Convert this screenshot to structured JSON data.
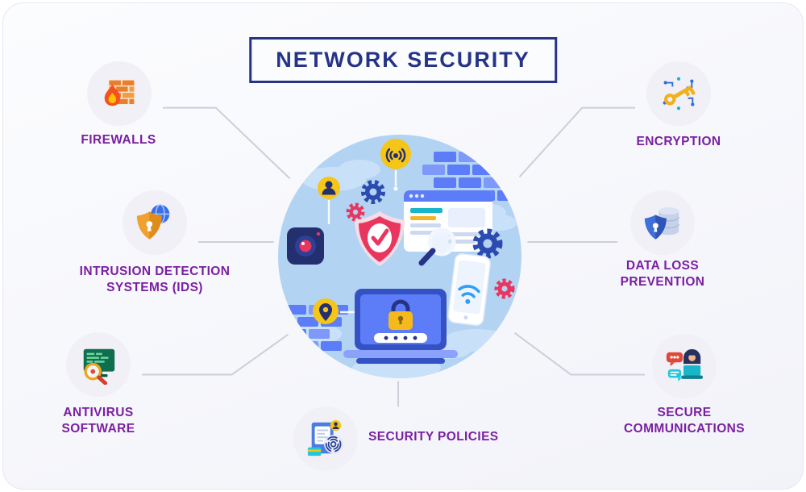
{
  "title": "NETWORK SECURITY",
  "colors": {
    "label_purple": "#7a1fa2",
    "title_navy": "#263387",
    "connector_gray": "#cdced9",
    "center_circle_blue": "#b3d3f3",
    "brick_blue": "#5d7df8",
    "shield_red": "#e8365f",
    "badge_yellow": "#f5c518",
    "icon_circle_bg": "#f1f0f6"
  },
  "center": {
    "illustration": "network-security-illustration",
    "elements": [
      "shield-check",
      "brick-walls",
      "browser-window",
      "magnifier",
      "laptop-padlock",
      "smartphone-wifi",
      "gears",
      "broadcast-badge",
      "user-badge",
      "location-badge",
      "security-camera",
      "clouds"
    ]
  },
  "nodes": {
    "firewalls": {
      "label": "FIREWALLS",
      "icon": "brick-wall-flame-icon"
    },
    "encryption": {
      "label": "ENCRYPTION",
      "icon": "circuit-key-icon"
    },
    "ids": {
      "label": "INTRUSION DETECTION SYSTEMS (IDS)",
      "icon": "globe-shield-icon"
    },
    "dlp": {
      "label": "DATA LOSS PREVENTION",
      "icon": "database-shield-icon"
    },
    "antivirus": {
      "label": "ANTIVIRUS SOFTWARE",
      "icon": "code-scan-magnifier-icon"
    },
    "secure_communications": {
      "label": "SECURE COMMUNICATIONS",
      "icon": "hacker-chat-icon"
    },
    "security_policies": {
      "label": "SECURITY POLICIES",
      "icon": "fingerprint-document-icon"
    }
  }
}
